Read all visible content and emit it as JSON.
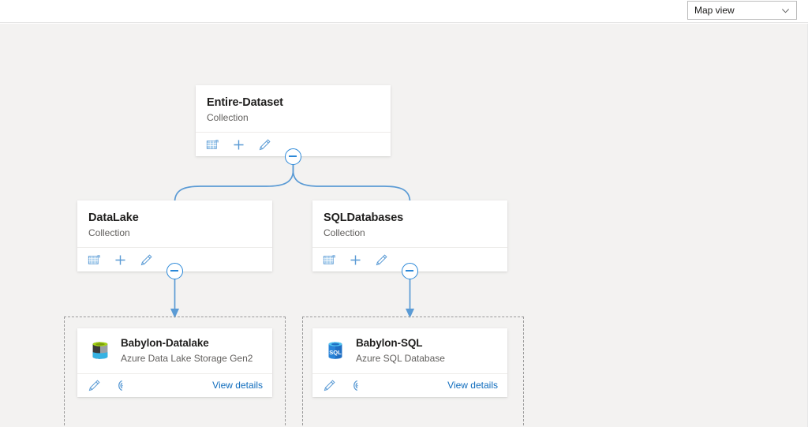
{
  "topbar": {
    "view_selector": {
      "value": "Map view",
      "icon": "chevron-down-icon"
    }
  },
  "canvas": {
    "background_color": "#f3f2f1",
    "accent_color": "#0f6cbd",
    "connector_color": "#5b9bd5"
  },
  "graph": {
    "root": {
      "name": "entire-dataset",
      "title": "Entire-Dataset",
      "subtitle": "Collection",
      "actions": [
        {
          "name": "view-assets-icon",
          "label": "View assets"
        },
        {
          "name": "add-icon",
          "label": "Add"
        },
        {
          "name": "edit-icon",
          "label": "Edit"
        }
      ],
      "collapse_toggle": {
        "name": "collapse-toggle",
        "state": "expanded"
      }
    },
    "collections": [
      {
        "name": "datalake",
        "title": "DataLake",
        "subtitle": "Collection",
        "actions": [
          {
            "name": "view-assets-icon",
            "label": "View assets"
          },
          {
            "name": "add-icon",
            "label": "Add"
          },
          {
            "name": "edit-icon",
            "label": "Edit"
          }
        ],
        "collapse_toggle": {
          "name": "collapse-toggle",
          "state": "expanded"
        }
      },
      {
        "name": "sqldatabases",
        "title": "SQLDatabases",
        "subtitle": "Collection",
        "actions": [
          {
            "name": "view-assets-icon",
            "label": "View assets"
          },
          {
            "name": "add-icon",
            "label": "Add"
          },
          {
            "name": "edit-icon",
            "label": "Edit"
          }
        ],
        "collapse_toggle": {
          "name": "collapse-toggle",
          "state": "expanded"
        }
      }
    ],
    "assets": [
      {
        "name": "babylon-datalake",
        "title": "Babylon-Datalake",
        "subtitle": "Azure Data Lake Storage Gen2",
        "icon": "azure-data-lake-storage-icon",
        "actions": [
          {
            "name": "edit-icon",
            "label": "Edit"
          },
          {
            "name": "scan-icon",
            "label": "Scan"
          }
        ],
        "link_label": "View details"
      },
      {
        "name": "babylon-sql",
        "title": "Babylon-SQL",
        "subtitle": "Azure SQL Database",
        "icon": "azure-sql-database-icon",
        "actions": [
          {
            "name": "edit-icon",
            "label": "Edit"
          },
          {
            "name": "scan-icon",
            "label": "Scan"
          }
        ],
        "link_label": "View details"
      }
    ]
  }
}
